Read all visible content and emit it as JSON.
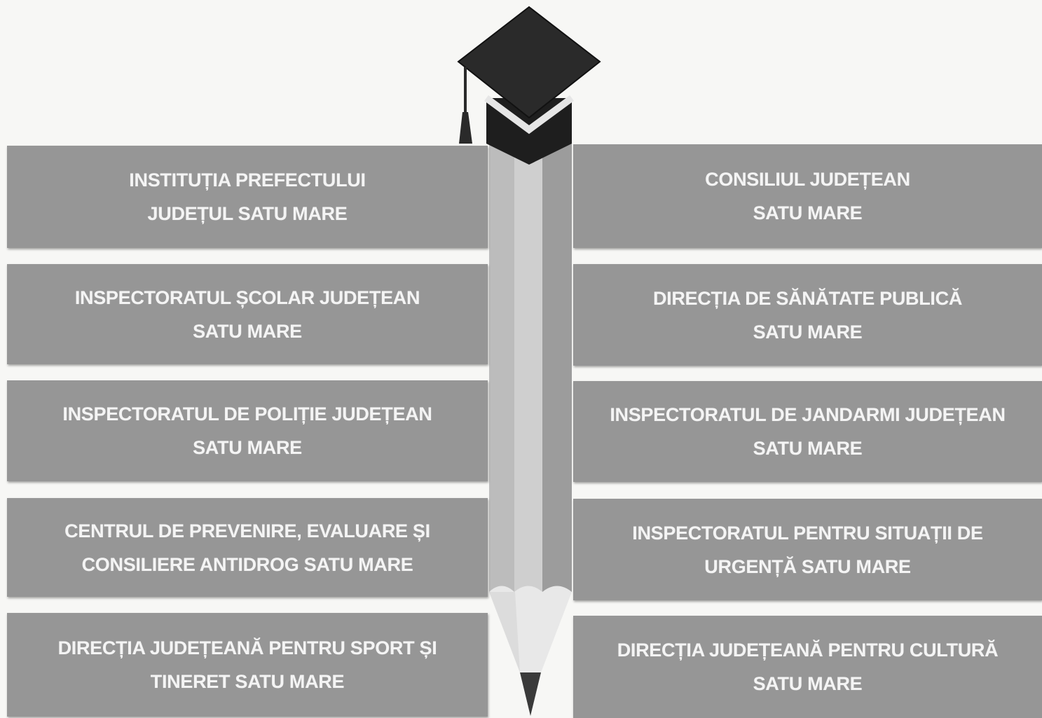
{
  "institutions": {
    "left": [
      {
        "label": "INSTITUȚIA PREFECTULUI\nJUDEȚUL SATU MARE"
      },
      {
        "label": "INSPECTORATUL ȘCOLAR JUDEȚEAN\nSATU MARE"
      },
      {
        "label": "INSPECTORATUL DE POLIȚIE JUDEȚEAN\nSATU MARE"
      },
      {
        "label": "CENTRUL DE PREVENIRE, EVALUARE ȘI\nCONSILIERE ANTIDROG SATU MARE"
      },
      {
        "label": "DIRECȚIA JUDEȚEANĂ PENTRU SPORT ȘI\nTINERET SATU MARE"
      }
    ],
    "right": [
      {
        "label": "CONSILIUL JUDEȚEAN\nSATU MARE"
      },
      {
        "label": "DIRECȚIA DE SĂNĂTATE PUBLICĂ\nSATU MARE"
      },
      {
        "label": "INSPECTORATUL DE JANDARMI JUDEȚEAN\nSATU MARE"
      },
      {
        "label": "INSPECTORATUL PENTRU SITUAȚII DE\nURGENȚĂ SATU MARE"
      },
      {
        "label": "DIRECȚIA JUDEȚEANĂ PENTRU CULTURĂ\nSATU MARE"
      }
    ]
  },
  "colors": {
    "box_fill": "#969696",
    "box_text": "#f4f4f4",
    "pencil_body": "#a6a6a6",
    "cap": "#2a2a2a"
  },
  "icons": {
    "top": "graduation-cap-icon",
    "center": "pencil-icon"
  }
}
